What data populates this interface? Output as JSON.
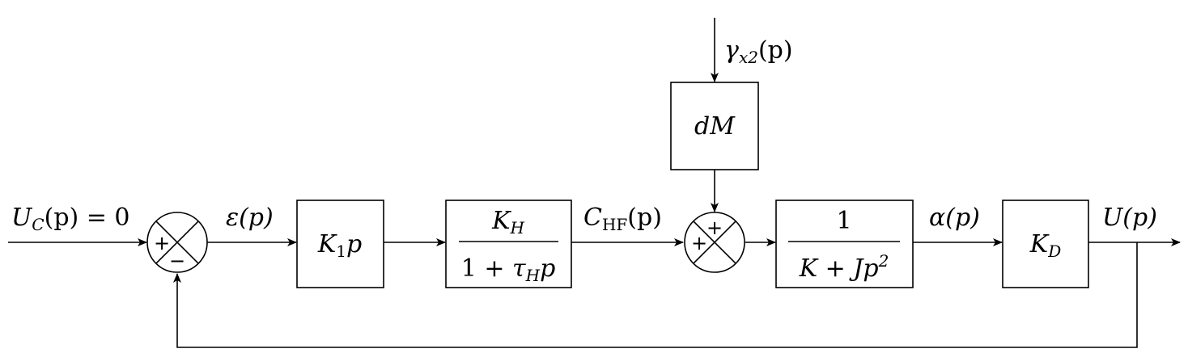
{
  "diagram": {
    "input": {
      "main": "U",
      "sub": "C",
      "rest": "(p) = 0"
    },
    "error": {
      "text": "ε(p)"
    },
    "block_k1": {
      "main": "K",
      "sub": "1",
      "rest": "p"
    },
    "block_filter": {
      "num_main": "K",
      "num_sub": "H",
      "den_pre": "1 + ",
      "den_tau": "τ",
      "den_sub": "H",
      "den_post": "p"
    },
    "c_hf": {
      "main": "C",
      "sub": "HF",
      "rest": "(p)"
    },
    "disturbance": {
      "main": "γ",
      "sub": "x2",
      "rest": "(p)"
    },
    "block_dm": {
      "text": "dM"
    },
    "block_plant": {
      "num": "1",
      "den_pre": "K + Jp",
      "den_sup": "2"
    },
    "alpha": {
      "text": "α(p)"
    },
    "block_kd": {
      "main": "K",
      "sub": "D"
    },
    "output": {
      "text": "U(p)"
    },
    "sum1": {
      "sign_left": "+",
      "sign_bottom": "−"
    },
    "sum2": {
      "sign_top": "+",
      "sign_left": "+"
    }
  }
}
